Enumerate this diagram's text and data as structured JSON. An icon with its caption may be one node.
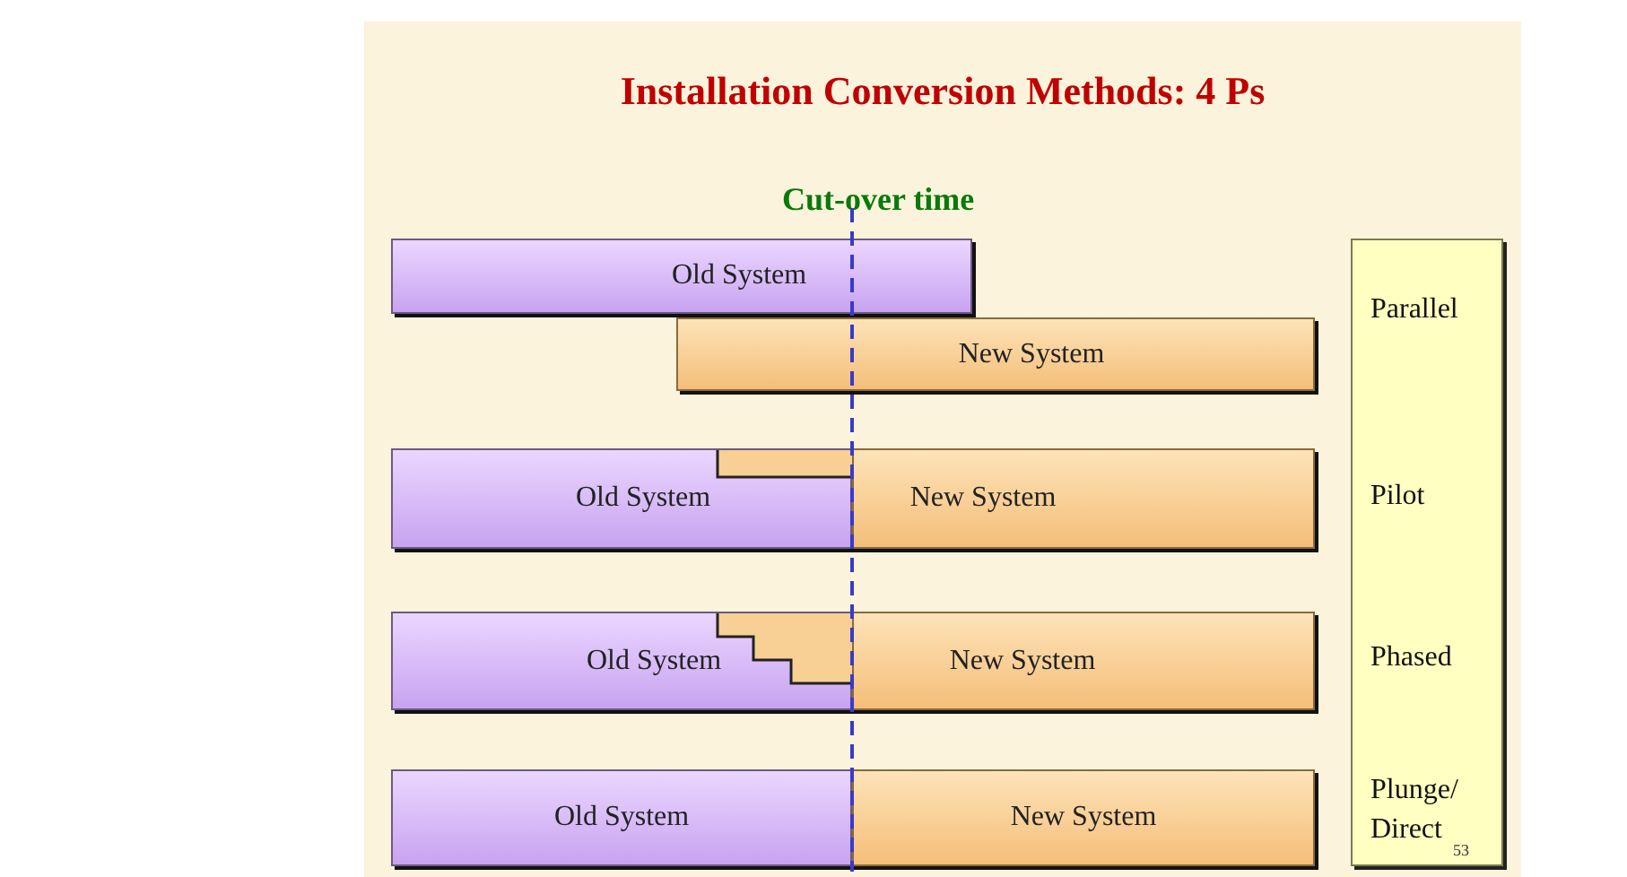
{
  "diagram": {
    "title": "Installation Conversion Methods: 4 Ps",
    "nodes": [
      {
        "text": [
          "Old System"
        ]
      },
      {
        "text": [
          "New System"
        ]
      },
      {
        "text": [
          "Old System"
        ]
      },
      {
        "text": [
          "New System"
        ]
      },
      {
        "text": [
          "Old System"
        ]
      },
      {
        "text": [
          "New System"
        ]
      },
      {
        "text": [
          "Old System"
        ]
      },
      {
        "text": [
          "New System"
        ]
      },
      {
        "text": [
          "Parallel",
          "Pilot",
          "Phased",
          "Plunge/ Direct"
        ]
      }
    ],
    "labels": [
      "Cut-over time",
      "53"
    ]
  }
}
